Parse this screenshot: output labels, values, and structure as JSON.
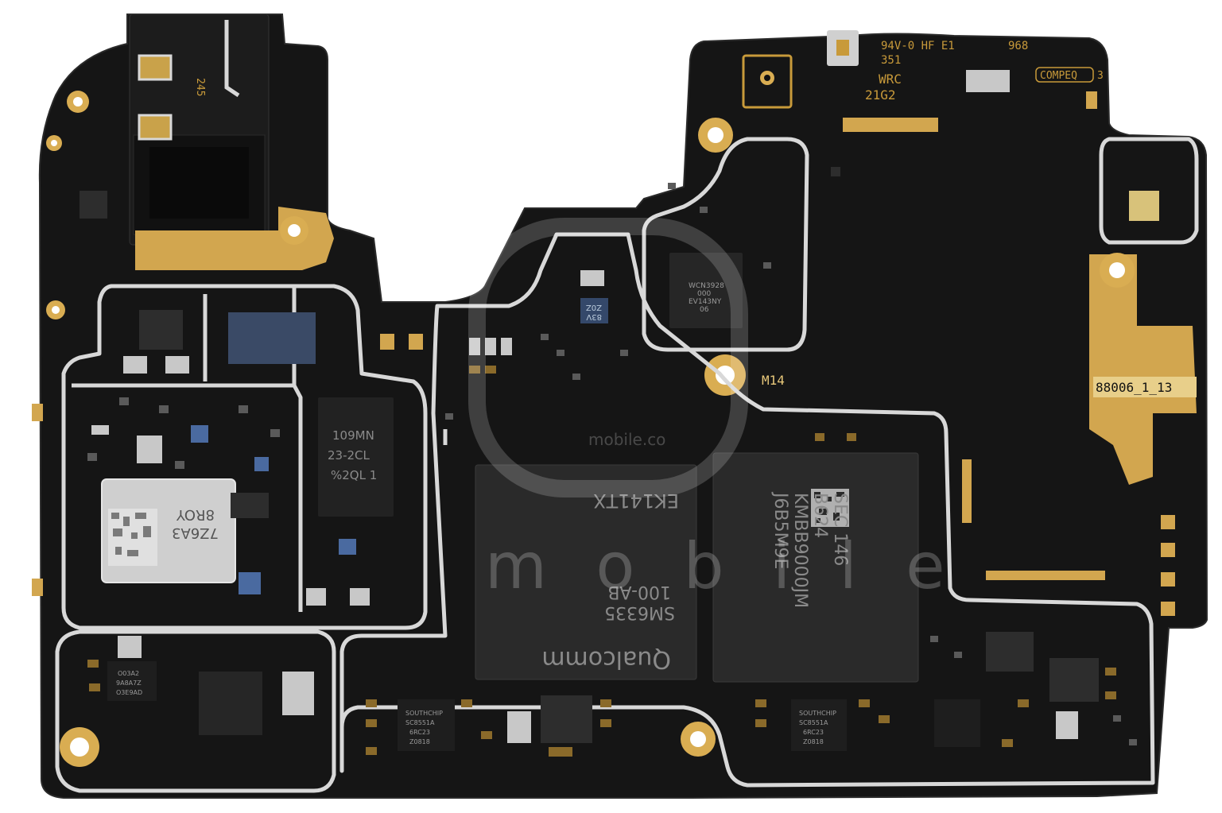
{
  "board": {
    "silkscreen": {
      "rating": "94V-0 HF E1",
      "rating_code": "968",
      "lot": "351",
      "brand_tail": "WRC",
      "date_code": "21G2",
      "vendor": "COMPEQ",
      "vendor_suffix": "3",
      "part_number": "88006_1_13",
      "mount_label": "M14",
      "jack_label": "245"
    },
    "chips": {
      "soc_brand": "Qualcomm",
      "soc_model": "SM6335",
      "soc_rev": "100-AB",
      "soc_lot": "EK141TX",
      "memory_maker": "SEC 146",
      "memory_code": "B624",
      "memory_part": "KMBB9000JM",
      "memory_lot": "J6B5M9E",
      "pmic_line1": "109MN",
      "pmic_line2": "23-2CL",
      "pmic_line3": "%2QL 1",
      "wifi_line1": "7Z6A3",
      "wifi_line2": "8ROY",
      "wcn_line1": "WCN3928",
      "wcn_line2": "000",
      "wcn_line3": "EV143NY",
      "wcn_line4": "06",
      "charger_left_brand": "SOUTHCHIP",
      "charger_left_model": "SC8551A",
      "charger_left_lot": "6RC23",
      "charger_left_code": "Z0818",
      "charger_right_brand": "SOUTHCHIP",
      "charger_right_model": "SC8551A",
      "charger_right_lot": "6RC23",
      "charger_right_code": "Z0818",
      "small_ic_line1": "83V",
      "small_ic_line2": "Z0Z",
      "left_ic_line1": "O03A2",
      "left_ic_line2": "9A8A7Z",
      "left_ic_line3": "O3E9AD"
    },
    "watermark": {
      "domain": "mobile.co",
      "brand": "m o b i l e"
    }
  }
}
